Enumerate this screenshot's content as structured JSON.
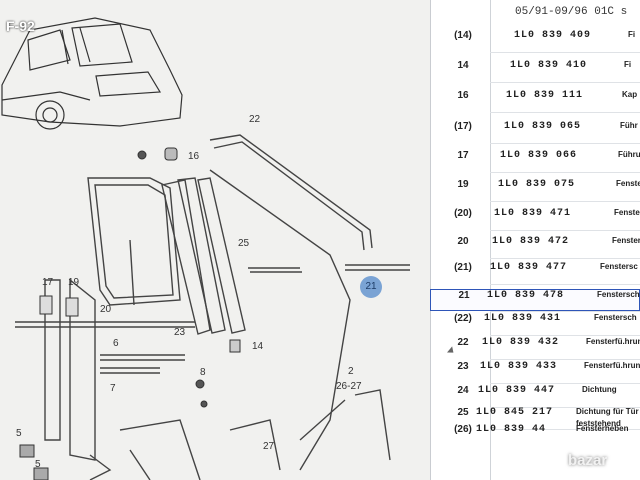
{
  "watermark_top_left": "F-92",
  "watermark_bottom_right": "bazar",
  "diagram": {
    "callouts": [
      "22",
      "16",
      "25",
      "17",
      "19",
      "20",
      "23",
      "14",
      "6",
      "7",
      "8",
      "5",
      "5",
      "2",
      "26-27",
      "27"
    ],
    "hotspot_label": "21"
  },
  "parts_panel": {
    "header": "05/91-09/96 01C",
    "header_cut": "s",
    "rows": [
      {
        "pos": "(14)",
        "num": "1L0 839 409",
        "desc": "Fi"
      },
      {
        "pos": "14",
        "num": "1L0 839 410",
        "desc": "Fi"
      },
      {
        "pos": "16",
        "num": "1L0 839 111",
        "desc": "Kap"
      },
      {
        "pos": "(17)",
        "num": "1L0 839 065",
        "desc": "Führ"
      },
      {
        "pos": "17",
        "num": "1L0 839 066",
        "desc": "Führu"
      },
      {
        "pos": "19",
        "num": "1L0 839 075",
        "desc": "Fenster"
      },
      {
        "pos": "(20)",
        "num": "1L0 839 471",
        "desc": "Fenster"
      },
      {
        "pos": "20",
        "num": "1L0 839 472",
        "desc": "Fenster"
      },
      {
        "pos": "(21)",
        "num": "1L0 839 477",
        "desc": "Fenstersc"
      },
      {
        "pos": "21",
        "num": "1L0 839 478",
        "desc": "Fenstersch"
      },
      {
        "pos": "(22)",
        "num": "1L0 839 431",
        "desc": "Fenstersch"
      },
      {
        "pos": "22",
        "num": "1L0 839 432",
        "desc": "Fensterfü.hrun"
      },
      {
        "pos": "23",
        "num": "1L0 839 433",
        "desc": "Fensterfü.hrun"
      },
      {
        "pos": "24",
        "num": "1L0 839 447",
        "desc": "Dichtung"
      },
      {
        "pos": "25",
        "num": "1L0 845 217",
        "desc": "Dichtung für Tür"
      },
      {
        "pos": "(26)",
        "num": "1L0 839 44",
        "desc": "Fensterheben"
      }
    ],
    "row25_sub": "feststehend"
  }
}
